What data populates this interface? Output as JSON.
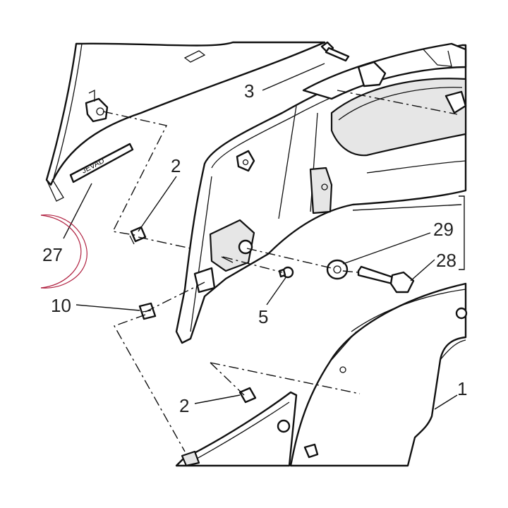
{
  "diagram": {
    "callouts": [
      {
        "id": "27",
        "label": "27"
      },
      {
        "id": "3",
        "label": "3"
      },
      {
        "id": "2a",
        "label": "2"
      },
      {
        "id": "29a",
        "label": "29"
      },
      {
        "id": "28",
        "label": "28"
      },
      {
        "id": "10",
        "label": "10"
      },
      {
        "id": "5",
        "label": "5"
      },
      {
        "id": "1",
        "label": "1"
      },
      {
        "id": "2b",
        "label": "2"
      }
    ],
    "badge_text": "JEVAD",
    "colors": {
      "line": "#111111",
      "highlight_circle": "#b02040",
      "part_shade": "#e6e6e6"
    }
  }
}
